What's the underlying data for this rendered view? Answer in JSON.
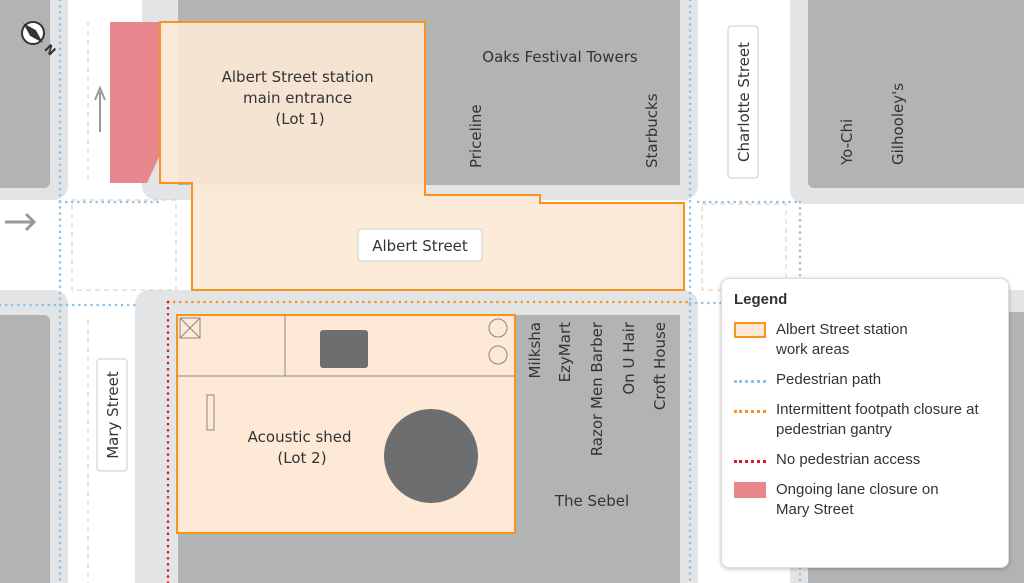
{
  "colors": {
    "block": "#b2b3b5",
    "sidewalk": "#e3e4e6",
    "work_fill": "#fde9d5",
    "work_stroke": "#f7941d",
    "lane_closure": "#e8868d",
    "ped_path": "#8fc1e3",
    "footpath_closure": "#f7941d",
    "no_access": "#d7192b"
  },
  "compass": {
    "icon": "compass-north-icon",
    "label": "N"
  },
  "streets": {
    "albert": "Albert Street",
    "mary": "Mary Street",
    "charlotte": "Charlotte Street"
  },
  "areas": {
    "lot1": [
      "Albert Street station",
      "main entrance",
      "(Lot 1)"
    ],
    "lot2": [
      "Acoustic shed",
      "(Lot 2)"
    ]
  },
  "buildings": {
    "oaks": "Oaks Festival Towers",
    "sebel": "The Sebel"
  },
  "shops_top": [
    "Priceline",
    "Starbucks",
    "Yo-Chi",
    "Gilhooley's"
  ],
  "shops_bottom": [
    "Milksha",
    "EzyMart",
    "Razor Men Barber",
    "On U Hair",
    "Croft House"
  ],
  "legend": {
    "title": "Legend",
    "items": [
      {
        "label": "Albert Street station work areas",
        "type": "box"
      },
      {
        "label": "Pedestrian path",
        "type": "blue-dots"
      },
      {
        "label": "Intermittent footpath closure at pedestrian gantry",
        "type": "orange-dots"
      },
      {
        "label": "No pedestrian access",
        "type": "red-dots"
      },
      {
        "label": "Ongoing lane closure on Mary Street",
        "type": "red-box"
      }
    ]
  }
}
